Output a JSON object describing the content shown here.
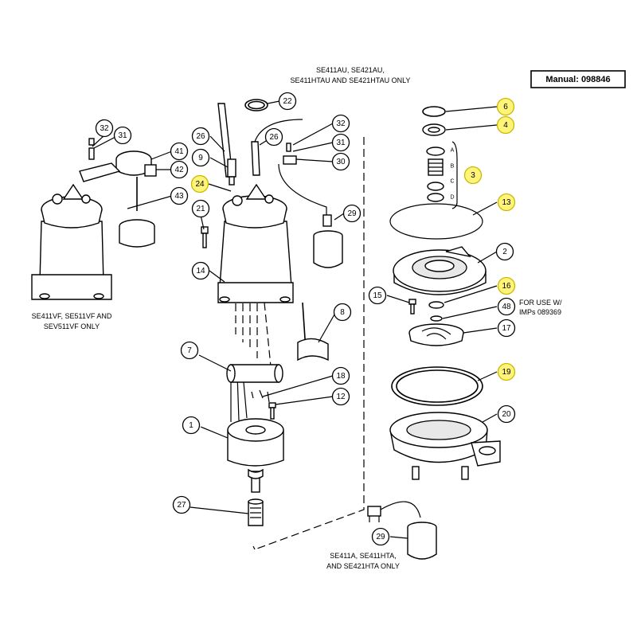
{
  "manual_label": "Manual: 098846",
  "notes": {
    "top_line1": "SE411AU, SE421AU,",
    "top_line2": "SE411HTAU AND SE421HTAU ONLY",
    "left_line1": "SE411VF, SE511VF AND",
    "left_line2": "SEV511VF ONLY",
    "right_line1": "FOR USE W/",
    "right_line2": "IMPs 089369",
    "bottom_line1": "SE411A, SE411HTA,",
    "bottom_line2": "AND SE421HTA ONLY"
  },
  "sub_letters": [
    "A",
    "B",
    "C",
    "D"
  ],
  "colors": {
    "highlight": "#fff47a",
    "line": "#000000"
  },
  "bubbles": [
    {
      "id": "b22",
      "label": "22",
      "highlight": false
    },
    {
      "id": "b32a",
      "label": "32",
      "highlight": false
    },
    {
      "id": "b31a",
      "label": "31",
      "highlight": false
    },
    {
      "id": "b41",
      "label": "41",
      "highlight": false
    },
    {
      "id": "b42",
      "label": "42",
      "highlight": false
    },
    {
      "id": "b43",
      "label": "43",
      "highlight": false
    },
    {
      "id": "b26a",
      "label": "26",
      "highlight": false
    },
    {
      "id": "b9",
      "label": "9",
      "highlight": false
    },
    {
      "id": "b24",
      "label": "24",
      "highlight": true
    },
    {
      "id": "b26b",
      "label": "26",
      "highlight": false
    },
    {
      "id": "b32b",
      "label": "32",
      "highlight": false
    },
    {
      "id": "b31b",
      "label": "31",
      "highlight": false
    },
    {
      "id": "b30",
      "label": "30",
      "highlight": false
    },
    {
      "id": "b21",
      "label": "21",
      "highlight": false
    },
    {
      "id": "b29a",
      "label": "29",
      "highlight": false
    },
    {
      "id": "b14",
      "label": "14",
      "highlight": false
    },
    {
      "id": "b8",
      "label": "8",
      "highlight": false
    },
    {
      "id": "b7",
      "label": "7",
      "highlight": false
    },
    {
      "id": "b18",
      "label": "18",
      "highlight": false
    },
    {
      "id": "b12",
      "label": "12",
      "highlight": false
    },
    {
      "id": "b1",
      "label": "1",
      "highlight": false
    },
    {
      "id": "b27",
      "label": "27",
      "highlight": false
    },
    {
      "id": "b6",
      "label": "6",
      "highlight": true
    },
    {
      "id": "b4",
      "label": "4",
      "highlight": true
    },
    {
      "id": "b3",
      "label": "3",
      "highlight": true
    },
    {
      "id": "b13",
      "label": "13",
      "highlight": true
    },
    {
      "id": "b2",
      "label": "2",
      "highlight": false
    },
    {
      "id": "b16",
      "label": "16",
      "highlight": true
    },
    {
      "id": "b15",
      "label": "15",
      "highlight": false
    },
    {
      "id": "b48",
      "label": "48",
      "highlight": false
    },
    {
      "id": "b17",
      "label": "17",
      "highlight": false
    },
    {
      "id": "b19",
      "label": "19",
      "highlight": true
    },
    {
      "id": "b20",
      "label": "20",
      "highlight": false
    },
    {
      "id": "b29b",
      "label": "29",
      "highlight": false
    }
  ]
}
